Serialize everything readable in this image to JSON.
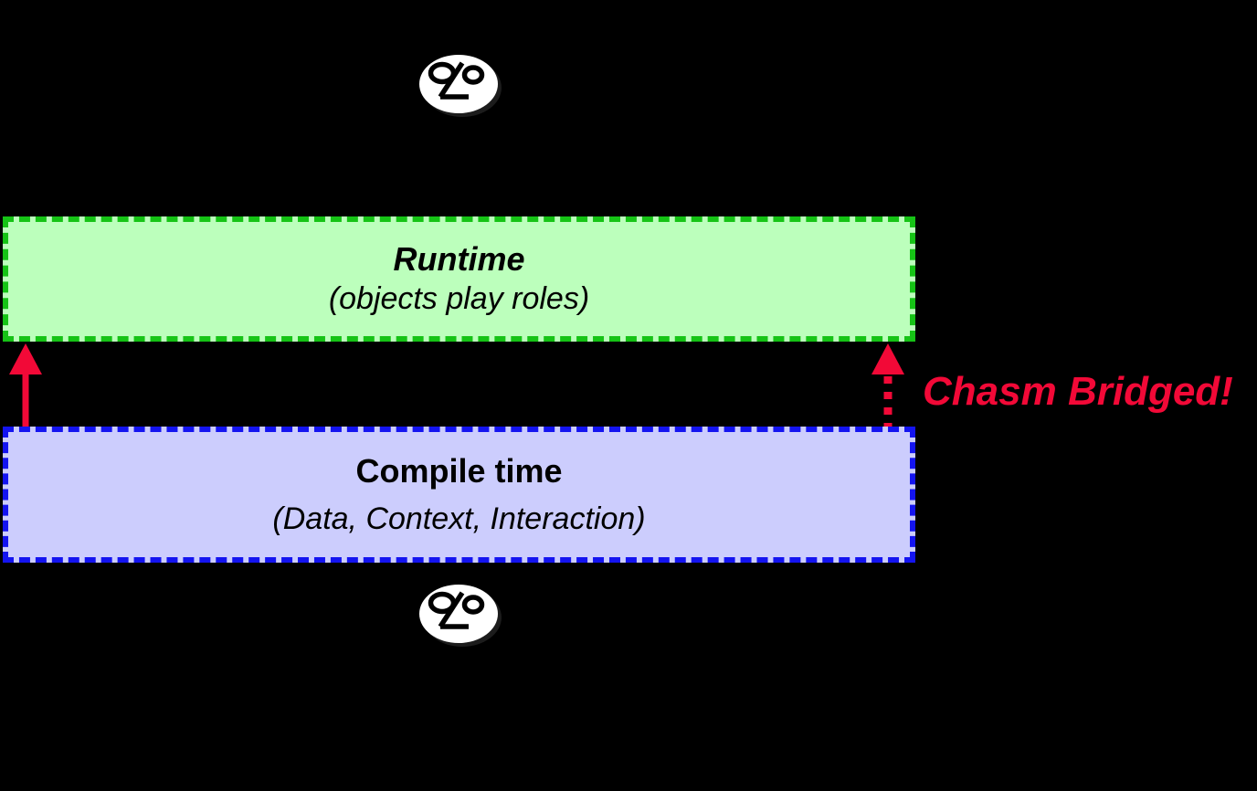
{
  "diagram": {
    "title": "Chasm Bridged",
    "background_color": "#000000",
    "actors": [
      {
        "name": "actor-top",
        "icon": "person-face-ellipse-icon",
        "glyph": "%"
      },
      {
        "name": "actor-bottom",
        "icon": "person-face-ellipse-icon",
        "glyph": "%"
      }
    ],
    "boxes": [
      {
        "id": "runtime",
        "title": "Runtime",
        "subtitle": "(objects play roles)",
        "fill_color": "#bcffbc",
        "border_color": "#16c316",
        "border_style": "dashed"
      },
      {
        "id": "compile",
        "title": "Compile time",
        "subtitle": "(Data, Context, Interaction)",
        "fill_color": "#cccdfd",
        "border_color": "#1414f0",
        "border_style": "dashed"
      }
    ],
    "arrows": [
      {
        "id": "left-arrow",
        "style": "solid",
        "direction": "up",
        "color": "#f20937"
      },
      {
        "id": "right-arrow",
        "style": "dotted",
        "direction": "up",
        "color": "#f20937"
      }
    ],
    "annotation": {
      "text": "Chasm Bridged!",
      "color": "#f20937"
    }
  }
}
